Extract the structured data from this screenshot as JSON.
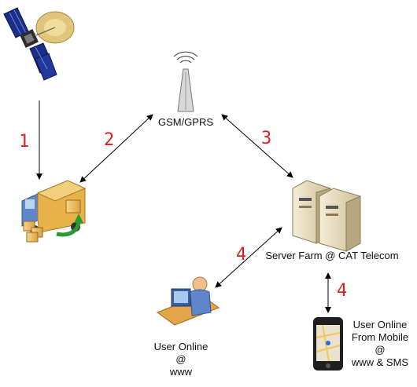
{
  "nodes": {
    "satellite": {
      "icon": "satellite-icon"
    },
    "truck": {
      "icon": "delivery-truck-icon"
    },
    "tower": {
      "icon": "cell-tower-icon",
      "label": "GSM/GPRS"
    },
    "server": {
      "icon": "server-rack-icon",
      "label": "Server Farm @ CAT Telecom"
    },
    "user_www": {
      "icon": "user-at-computer-icon",
      "label_lines": [
        "User Online",
        "@",
        "www"
      ]
    },
    "user_mobile": {
      "icon": "smartphone-map-icon",
      "label_lines": [
        "User Online",
        "From Mobile",
        "@",
        "www & SMS"
      ]
    }
  },
  "step_numbers": {
    "sat_to_truck": "1",
    "truck_tower": "2",
    "tower_server": "3",
    "server_user": "4",
    "server_mobile": "4"
  },
  "colors": {
    "step_number": "#e02020",
    "arrow": "#000000"
  }
}
